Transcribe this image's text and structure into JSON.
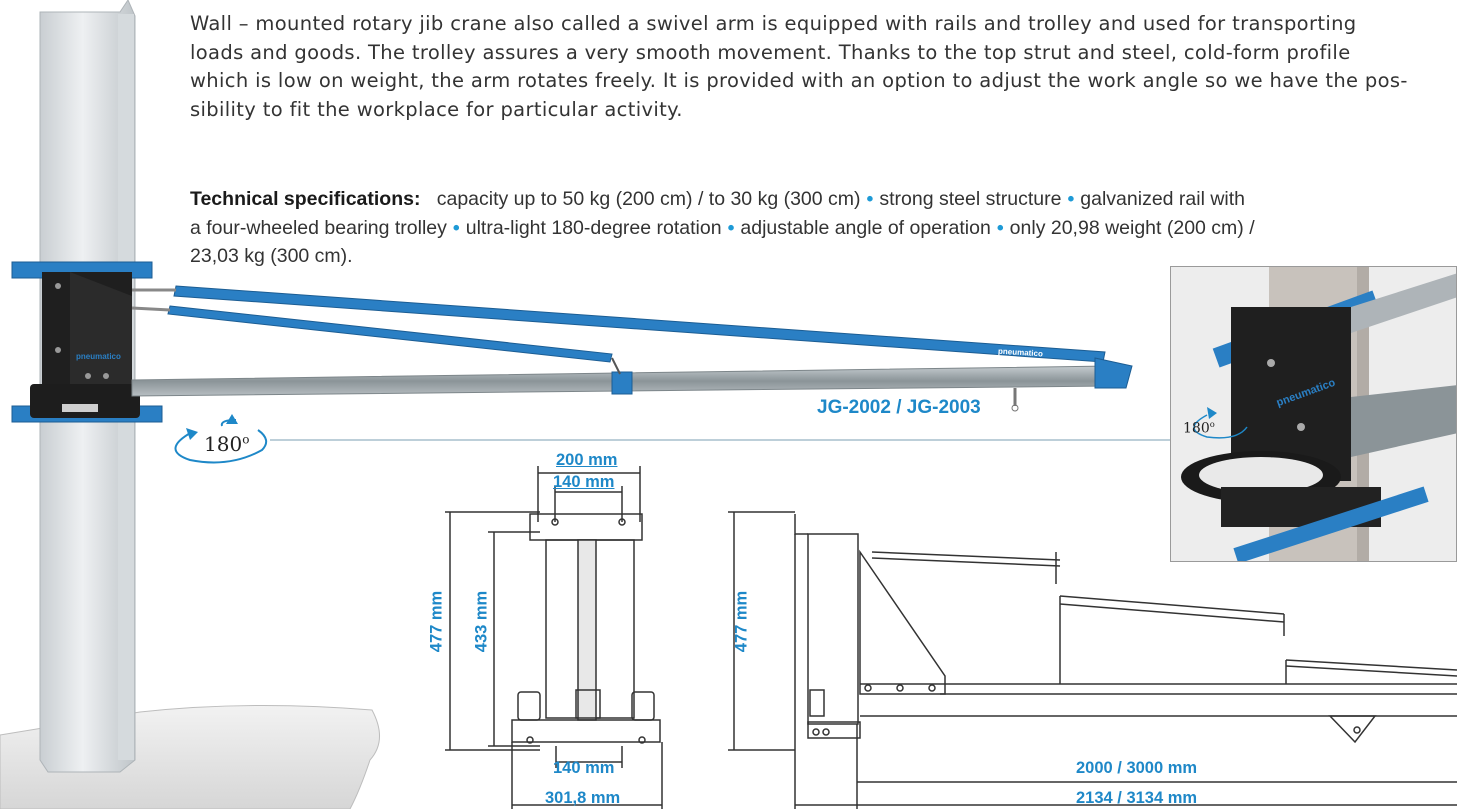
{
  "intro": {
    "line1": "Wall – mounted rotary jib crane also called a swivel arm is equipped with rails and trolley and used for transporting",
    "line2": "loads and goods. The trolley assures a very smooth movement. Thanks to the top strut and steel, cold-form profile",
    "line3": "which is low on weight, the arm rotates freely. It is provided with an option to adjust the work angle so we have the pos-",
    "line4": "sibility to fit the workplace for particular activity."
  },
  "specs": {
    "label": "Technical specifications:",
    "line1_a": "capacity up to  50 kg (200 cm) / to 30 kg (300 cm)",
    "line1_b": "strong steel structure",
    "line1_c": "galvanized rail with",
    "line2_a": "a four-wheeled bearing trolley",
    "line2_b": "ultra-light 180-degree rotation",
    "line2_c": "adjustable angle of operation",
    "line2_d": "only 20,98 weight (200 cm) /",
    "line3": "23,03 kg (300 cm).",
    "bullet": "•"
  },
  "model_label": "JG-2002 / JG-2003",
  "rotation": {
    "main": "180",
    "inset": "180",
    "unit": "o"
  },
  "brand": "pneumatico",
  "dimensions": {
    "width_200": "200 mm",
    "width_140_top": "140 mm",
    "width_140_bottom": "140 mm",
    "width_301": "301,8 mm",
    "height_477_front": "477 mm",
    "height_433": "433 mm",
    "height_477_side": "477 mm",
    "length_2000": "2000 / 3000 mm",
    "length_2134": "2134 / 3134 mm"
  },
  "colors": {
    "accent": "#1e88c8",
    "arm_blue": "#2a7fc4",
    "steel": "#9aa3a8",
    "wall": "#d9dde0"
  }
}
